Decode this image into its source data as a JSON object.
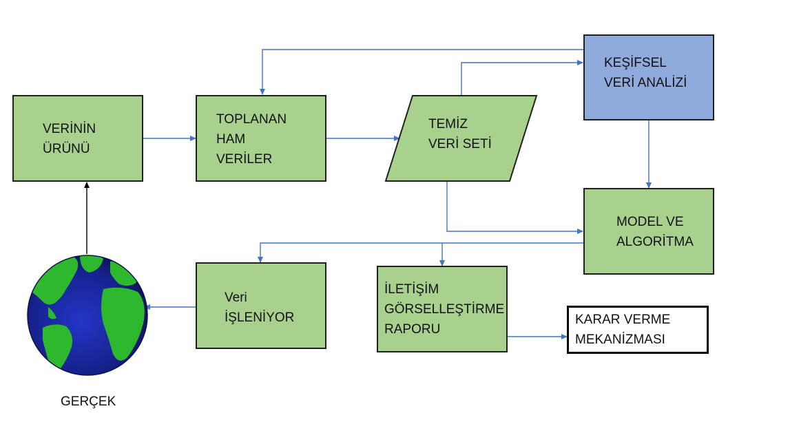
{
  "colors": {
    "green_fill": "#a9d18e",
    "blue_fill": "#8faadc",
    "connector": "#4472c4",
    "globe_ocean": "#1b2aa8",
    "globe_land": "#2db82d"
  },
  "nodes": {
    "verinin_urunu": {
      "lines": [
        "VERİNİN",
        "ÜRÜNÜ"
      ]
    },
    "toplanan": {
      "lines": [
        "TOPLANAN",
        "HAM",
        "VERİLER"
      ]
    },
    "temiz": {
      "lines": [
        "TEMİZ",
        "VERİ SETİ"
      ]
    },
    "kesifsel": {
      "lines": [
        "KEŞİFSEL",
        "VERİ ANALİZİ"
      ]
    },
    "model": {
      "lines": [
        "MODEL VE",
        "ALGORİTMA"
      ]
    },
    "isleniyor": {
      "lines": [
        "Veri",
        "İŞLENİYOR"
      ]
    },
    "iletisim": {
      "lines": [
        "İLETİŞİM",
        "GÖRSELLEŞTİRME",
        "RAPORU"
      ]
    },
    "karar": {
      "lines": [
        "KARAR VERME",
        "MEKANİZMASI"
      ]
    },
    "gercek": {
      "label": "GERÇEK",
      "icon": "globe-icon"
    }
  }
}
